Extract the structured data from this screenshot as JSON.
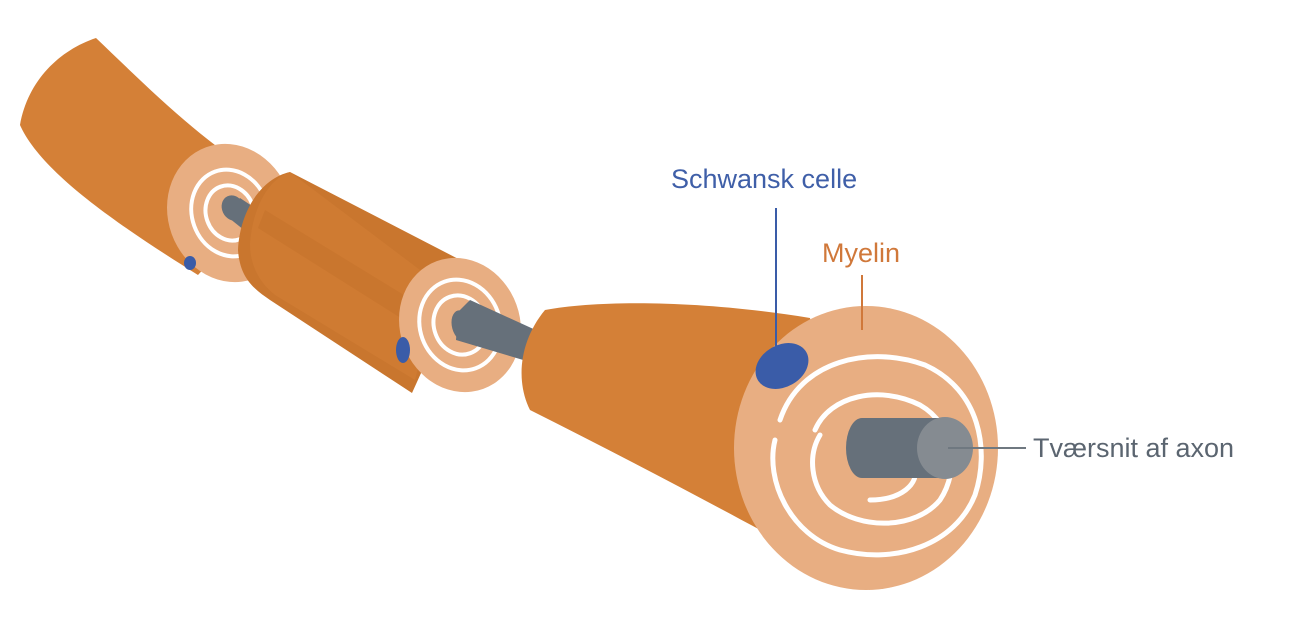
{
  "labels": {
    "schwann_cell": "Schwansk celle",
    "myelin": "Myelin",
    "axon_cross_section": "Tværsnit af axon"
  },
  "colors": {
    "myelin_outer": "#D48037",
    "myelin_dark": "#C9762E",
    "myelin_face": "#E8AE82",
    "myelin_rings": "#FFFFFF",
    "axon": "#66707A",
    "axon_dark": "#555E67",
    "axon_end": "#858B91",
    "schwann_nucleus": "#3A5CA8",
    "label_schwann": "#3F5FA8",
    "label_myelin": "#D0783A",
    "label_axon": "#5B6570",
    "leader_axon": "#6F7880"
  },
  "icons": {
    "segments": [
      "myelin-sheath-segment-icon",
      "axon-icon",
      "schwann-nucleus-icon"
    ]
  }
}
